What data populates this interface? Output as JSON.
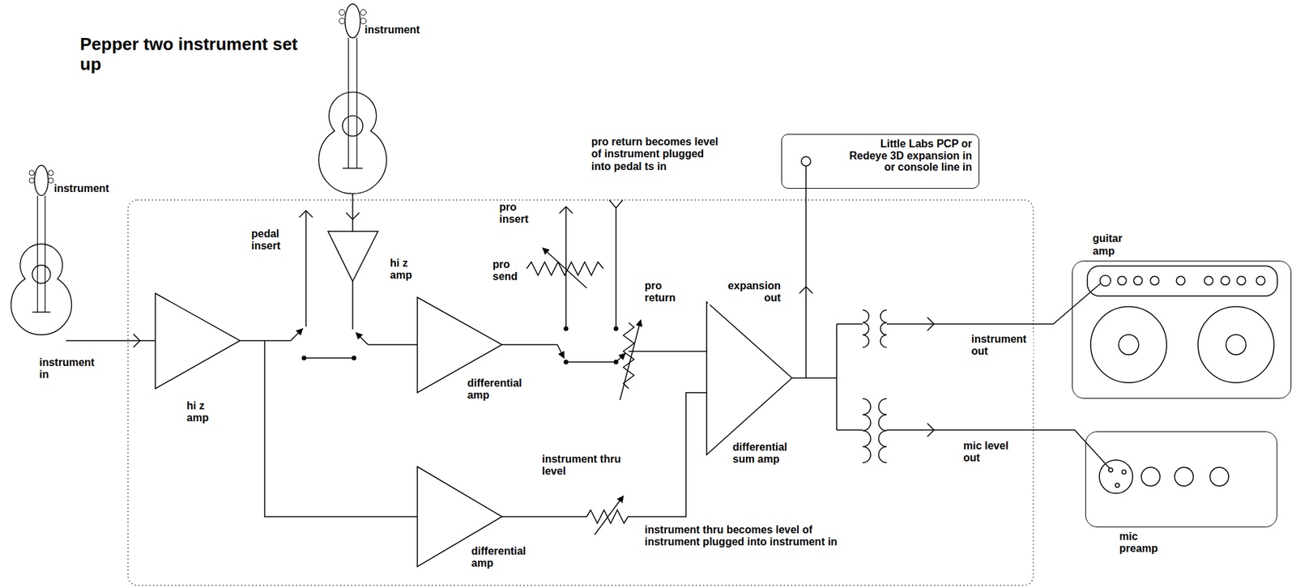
{
  "diagram": {
    "title": "Pepper two instrument set up",
    "nodes": [
      {
        "text": [
          "Little Labs PCP or Redeye 3D expansion in or console line in"
        ]
      },
      {
        "text": [
          "guitar amp"
        ]
      },
      {
        "text": [
          "mic preamp"
        ]
      }
    ],
    "labels": [
      "instrument",
      "instrument",
      "pedal insert",
      "hi z amp",
      "pro insert",
      "pro send",
      "pro return becomes level of instrument plugged into pedal ts in",
      "pro return",
      "expansion out",
      "instrument in",
      "hi z amp",
      "differential amp",
      "differential sum amp",
      "instrument out",
      "mic level out",
      "instrument thru level",
      "differential amp",
      "instrument thru becomes level of instrument plugged into instrument in"
    ]
  }
}
